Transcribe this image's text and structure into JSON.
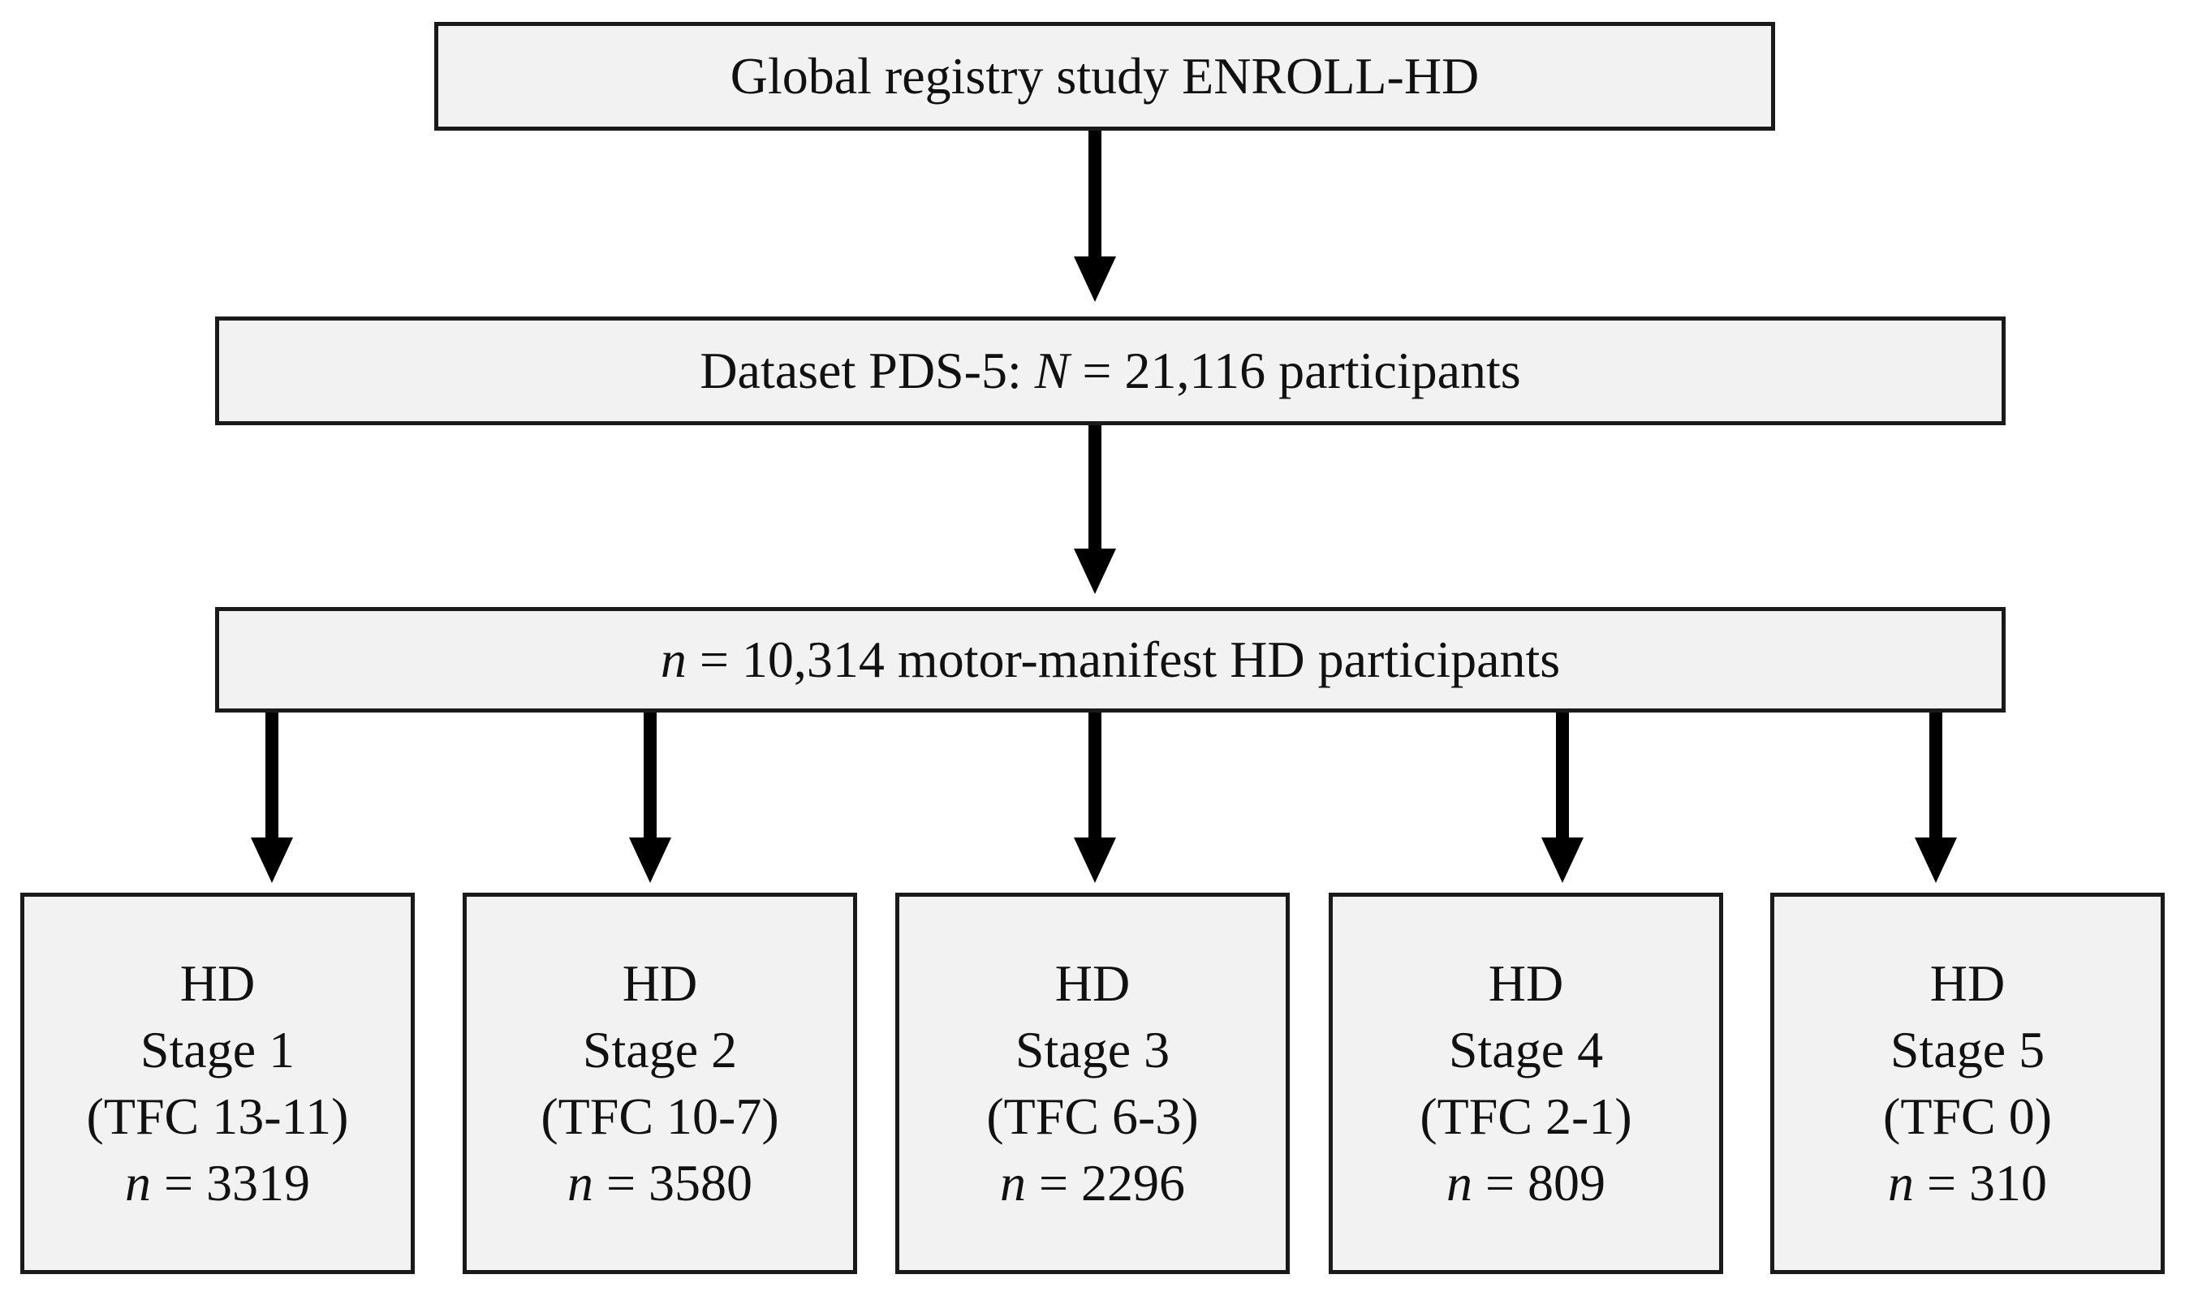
{
  "registry_box": {
    "text": "Global registry study ENROLL-HD"
  },
  "dataset_box": {
    "prefix": "Dataset PDS-5: ",
    "variable": "N",
    "suffix": " = 21,116 participants"
  },
  "motor_manifest_box": {
    "variable": "n",
    "suffix": " = 10,314 motor-manifest HD participants"
  },
  "stages": [
    {
      "line1": "HD",
      "line2": "Stage 1",
      "line3": "(TFC 13-11)",
      "variable": "n",
      "count": " = 3319"
    },
    {
      "line1": "HD",
      "line2": "Stage 2",
      "line3": "(TFC 10-7)",
      "variable": "n",
      "count": " = 3580"
    },
    {
      "line1": "HD",
      "line2": "Stage 3",
      "line3": "(TFC 6-3)",
      "variable": "n",
      "count": " = 2296"
    },
    {
      "line1": "HD",
      "line2": "Stage 4",
      "line3": "(TFC 2-1)",
      "variable": "n",
      "count": " = 809"
    },
    {
      "line1": "HD",
      "line2": "Stage 5",
      "line3": "(TFC 0)",
      "variable": "n",
      "count": " = 310"
    }
  ]
}
